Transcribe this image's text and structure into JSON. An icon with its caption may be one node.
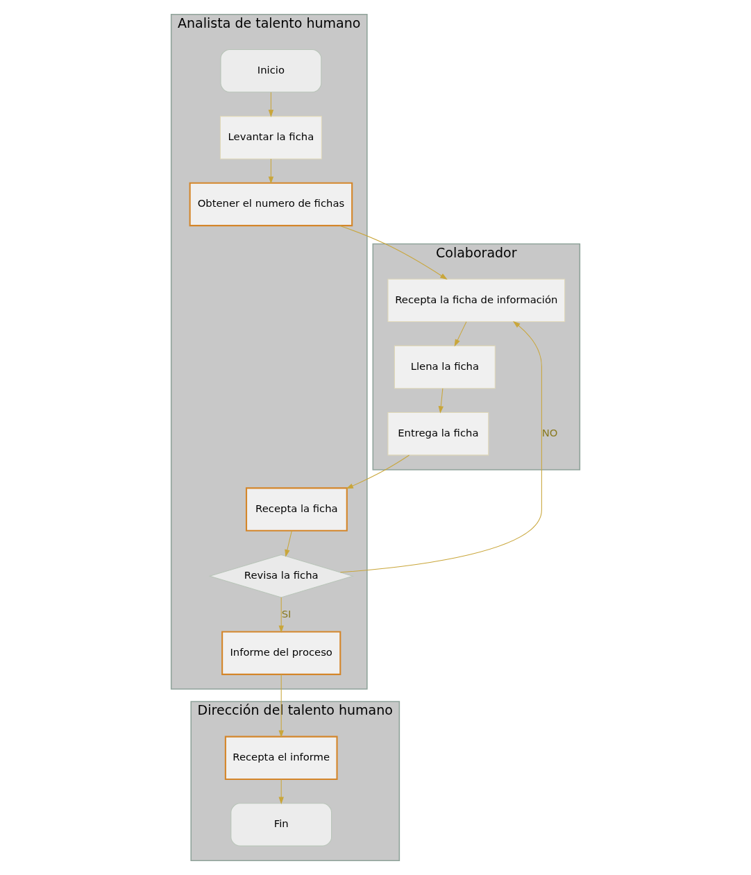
{
  "diagram": {
    "nodes": [
      {
        "text": [
          "Dirección del talento humano"
        ]
      },
      {
        "text": [
          "Analista de talento humano"
        ]
      },
      {
        "text": [
          "Colaborador"
        ]
      },
      {
        "text": [
          "Recepta el informe"
        ],
        "in": 0
      },
      {
        "text": [
          "Fin"
        ],
        "in": 0
      },
      {
        "text": [
          "Inicio"
        ],
        "in": 1
      },
      {
        "text": [
          "Levantar la ficha"
        ],
        "in": 1
      },
      {
        "text": [
          "Obtener el numero de fichas"
        ],
        "in": 1
      },
      {
        "text": [
          "Recepta la ficha"
        ],
        "in": 1
      },
      {
        "text": [
          "Revisa la ficha"
        ],
        "in": 1
      },
      {
        "text": [
          "Informe del proceso"
        ],
        "in": 1
      },
      {
        "text": [
          "Recepta la ficha de información"
        ],
        "in": 2
      },
      {
        "text": [
          "Llena la ficha"
        ],
        "in": 2
      },
      {
        "text": [
          "Entrega la ficha"
        ],
        "in": 2
      }
    ],
    "edges": [
      {
        "from": 5,
        "to": 6,
        "arrow": "to"
      },
      {
        "from": 6,
        "to": 7,
        "arrow": "to"
      },
      {
        "from": 7,
        "to": 11,
        "arrow": "to"
      },
      {
        "from": 11,
        "to": 12,
        "arrow": "to"
      },
      {
        "from": 12,
        "to": 13,
        "arrow": "to"
      },
      {
        "from": 13,
        "to": 8,
        "arrow": "to"
      },
      {
        "from": 8,
        "to": 9,
        "arrow": "to"
      },
      {
        "from": 9,
        "to": 11,
        "label": "NO",
        "arrow": "to"
      },
      {
        "from": 9,
        "to": 10,
        "label": "SI",
        "arrow": "to"
      },
      {
        "from": 10,
        "to": 3,
        "arrow": "to"
      },
      {
        "from": 3,
        "to": 4,
        "arrow": "to"
      }
    ]
  }
}
